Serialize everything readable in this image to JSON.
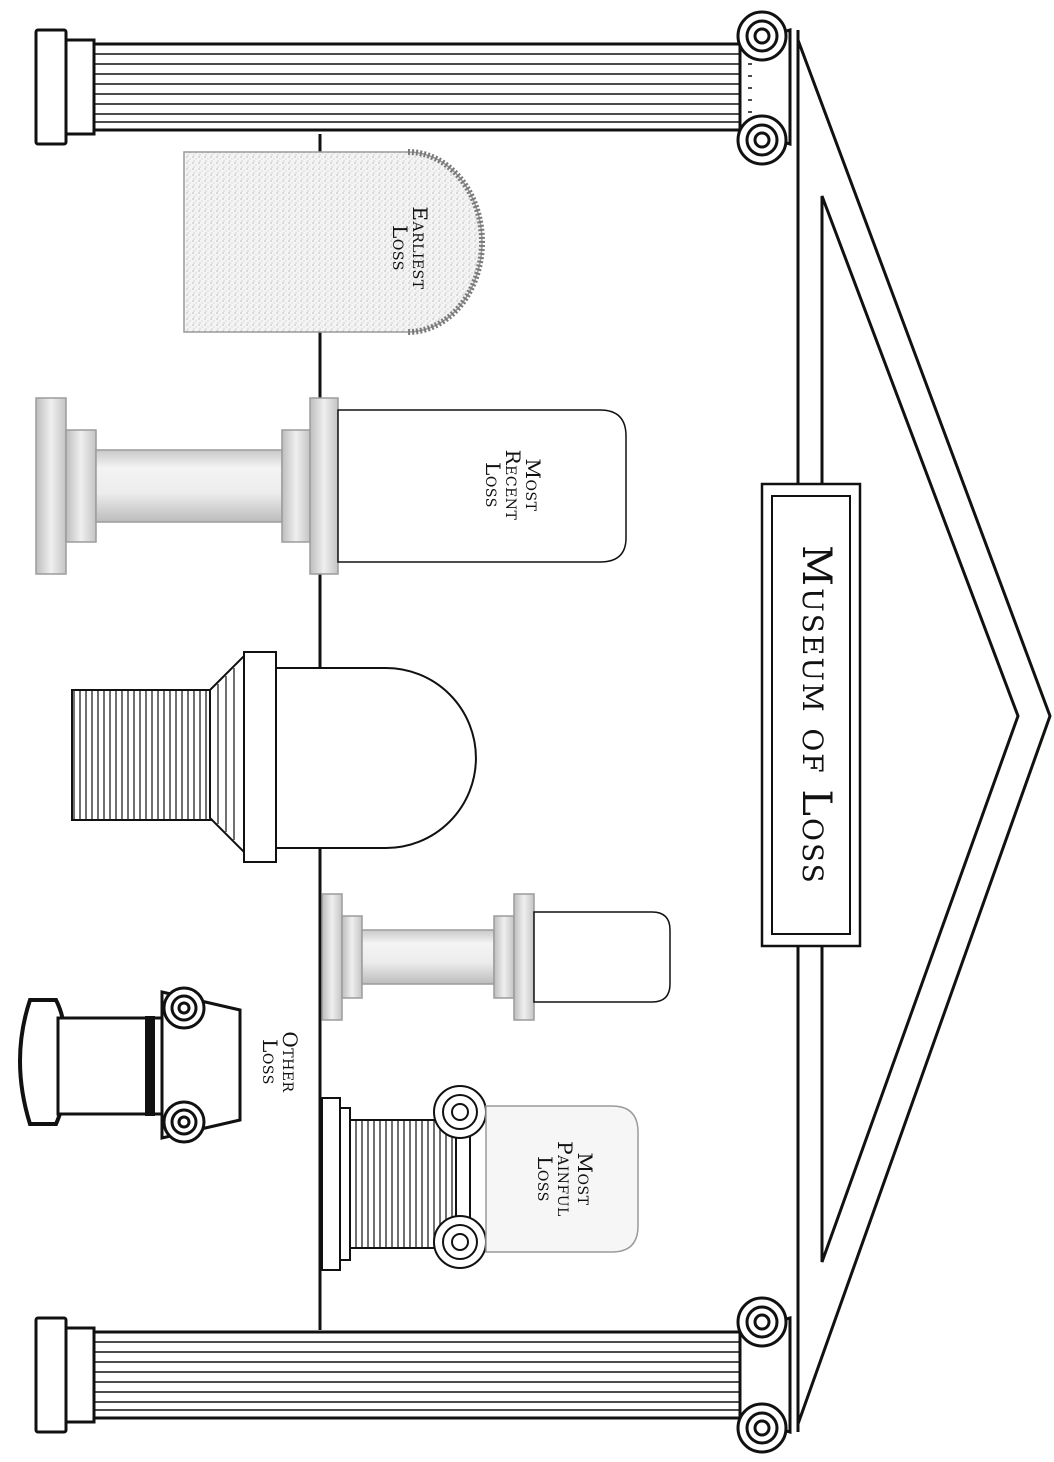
{
  "title": "Museum of Loss",
  "plaques": {
    "earliest": [
      "Earliest",
      "Loss"
    ],
    "most_recent": [
      "Most",
      "Recent",
      "Loss"
    ],
    "other": [
      "Other",
      "Loss"
    ],
    "most_painful": [
      "Most",
      "Painful",
      "Loss"
    ]
  },
  "colors": {
    "line": "#111111",
    "stone_light": "#f2f2f2",
    "stone_mid": "#d8d8d8",
    "stone_dark": "#a8a8a8",
    "white": "#ffffff"
  }
}
